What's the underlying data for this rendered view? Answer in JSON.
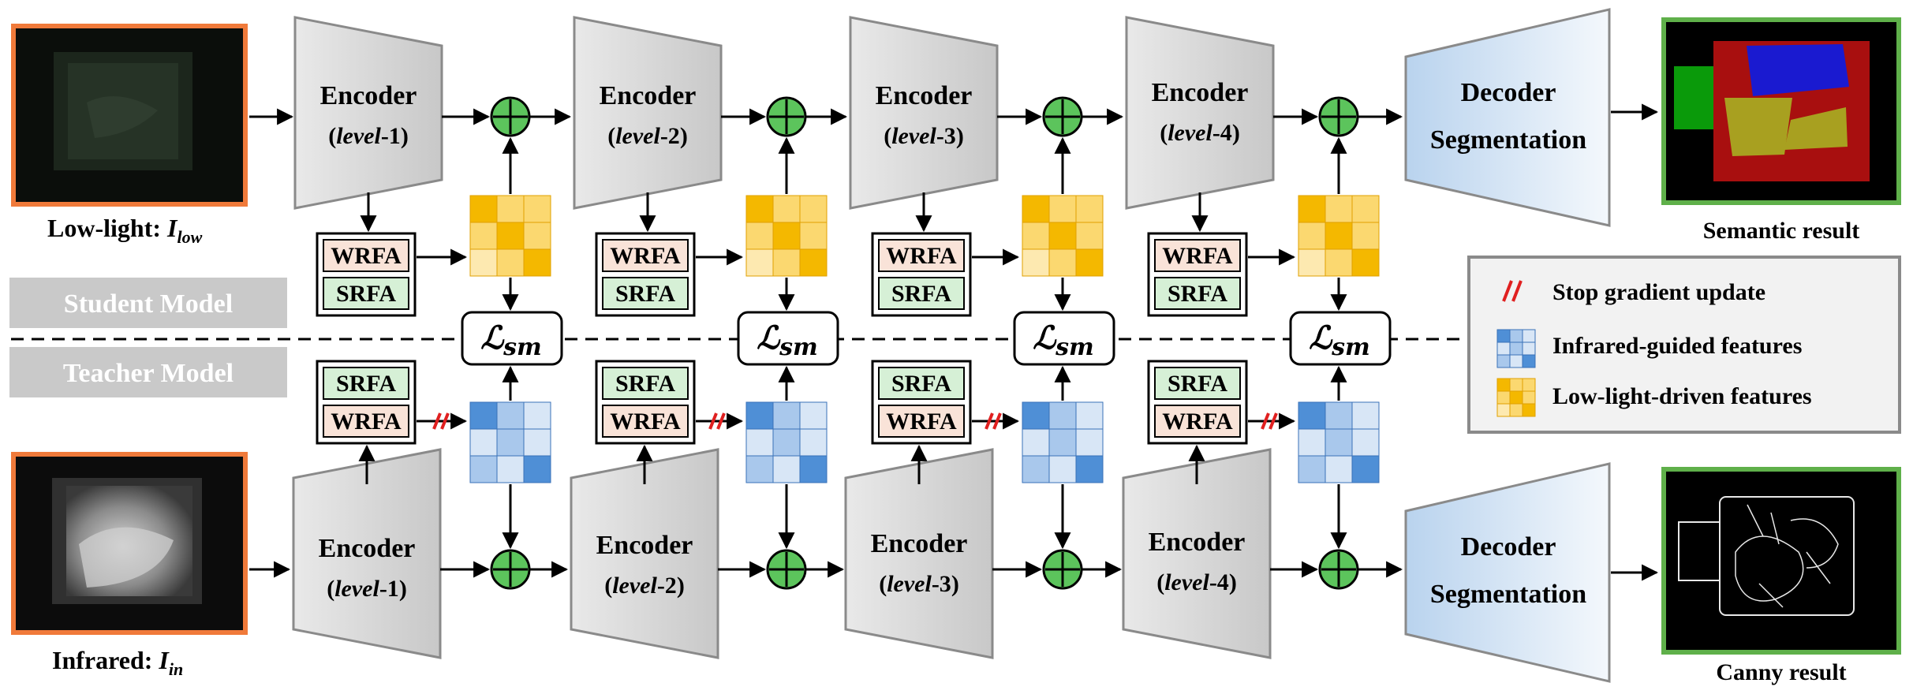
{
  "inputs": {
    "low_light_prefix": "Low-light: ",
    "low_light_symbol": "I",
    "low_light_sub": "low",
    "infrared_prefix": "Infrared: ",
    "infrared_symbol": "I",
    "infrared_sub": "in"
  },
  "encoder": {
    "title": "Encoder",
    "level_word": "level",
    "levels": [
      "-1",
      "-2",
      "-3",
      "-4"
    ]
  },
  "decoder": {
    "line1": "Decoder",
    "line2": "Segmentation"
  },
  "modules": {
    "wrfa": "WRFA",
    "srfa": "SRFA"
  },
  "loss": {
    "symbol": "ℒ",
    "subscript": "sm"
  },
  "branches": {
    "student": "Student Model",
    "teacher": "Teacher Model"
  },
  "outputs": {
    "semantic": "Semantic result",
    "canny": "Canny result"
  },
  "legend": {
    "stop_gradient": "Stop gradient update",
    "infrared_features": "Infrared-guided features",
    "lowlight_features": "Low-light-driven features"
  },
  "colors": {
    "input_border": "#f07a3a",
    "output_border": "#5fb04a",
    "plus_fill": "#5cc45c",
    "wrfa_fill": "#f9e3d8",
    "srfa_fill": "#d6f0d6",
    "stop_gradient": "#e02020",
    "semantic_bg": "#a80f0f",
    "semantic_blue": "#1a1ad0",
    "semantic_yellow": "#a8a020",
    "semantic_green": "#0a9a0a"
  }
}
